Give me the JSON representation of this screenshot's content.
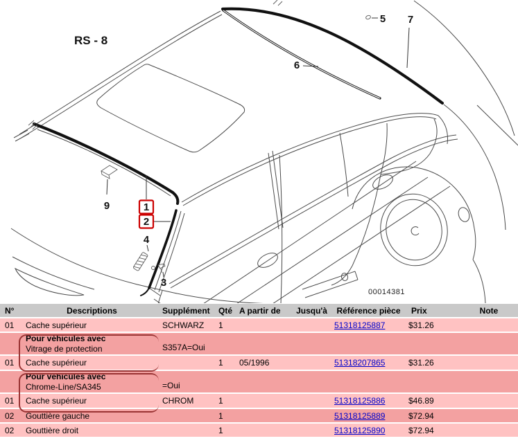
{
  "diagram": {
    "model_label": "RS - 8",
    "image_id": "00014381",
    "callouts": {
      "n1": "1",
      "n2": "2",
      "n3": "3",
      "n4": "4",
      "n5": "5",
      "n6": "6",
      "n7": "7",
      "n9": "9"
    }
  },
  "table": {
    "columns": [
      {
        "label": "N°"
      },
      {
        "label": "Descriptions"
      },
      {
        "label": "Supplément"
      },
      {
        "label": "Qté"
      },
      {
        "label": "A partir de"
      },
      {
        "label": "Jusqu'à"
      },
      {
        "label": "Référence pièce"
      },
      {
        "label": "Prix"
      },
      {
        "label": "Note"
      }
    ],
    "rows": [
      {
        "no": "01",
        "desc": "Cache supérieur",
        "supp": "SCHWARZ",
        "qty": "1",
        "from": "",
        "until": "",
        "ref": "51318125887",
        "price": "$31.26",
        "note": ""
      },
      {
        "line1": "Pour véhicules avec",
        "line2": "Vitrage de protection",
        "supp": "S357A=Oui"
      },
      {
        "no": "01",
        "desc": "Cache supérieur",
        "supp": "",
        "qty": "1",
        "from": "05/1996",
        "until": "",
        "ref": "51318207865",
        "price": "$31.26",
        "note": ""
      },
      {
        "line1": "Pour véhicules avec",
        "line2": "Chrome-Line/SA345",
        "supp": "=Oui"
      },
      {
        "no": "01",
        "desc": "Cache supérieur",
        "supp": "CHROM",
        "qty": "1",
        "from": "",
        "until": "",
        "ref": "51318125886",
        "price": "$46.89",
        "note": ""
      },
      {
        "no": "02",
        "desc": "Gouttière gauche",
        "supp": "",
        "qty": "1",
        "from": "",
        "until": "",
        "ref": "51318125889",
        "price": "$72.94",
        "note": ""
      },
      {
        "no": "02",
        "desc": "Gouttière droit",
        "supp": "",
        "qty": "1",
        "from": "",
        "until": "",
        "ref": "51318125890",
        "price": "$72.94",
        "note": ""
      }
    ]
  },
  "colors": {
    "row_light": "#ffc2c2",
    "row_dark": "#f3a1a1",
    "header_bg": "#c9c9c9",
    "bracket": "#993333",
    "link": "#0000cc",
    "highlight_red": "#cc0000"
  }
}
